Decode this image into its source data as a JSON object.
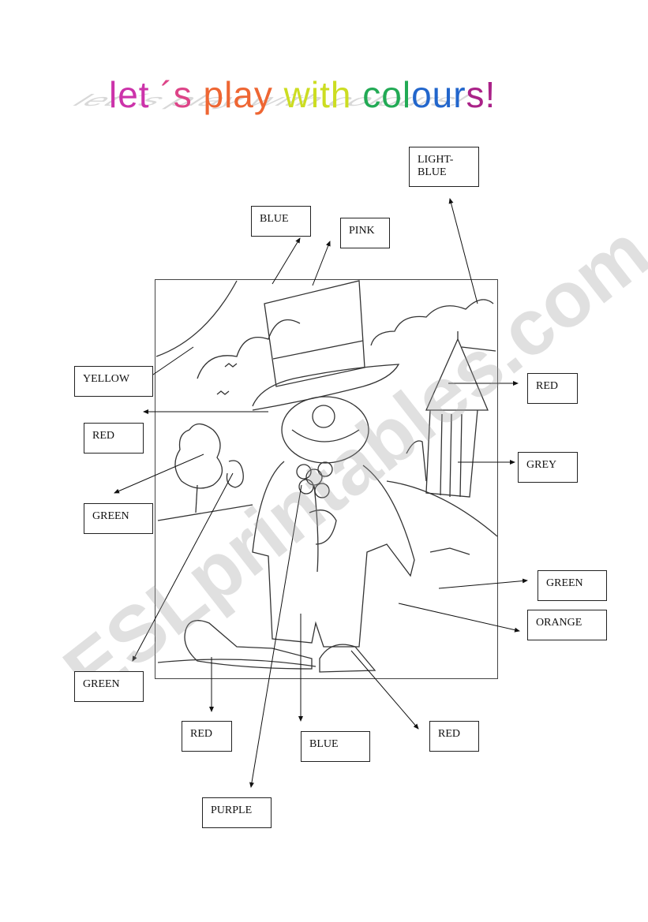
{
  "title": {
    "segments": [
      {
        "text": "let ",
        "color": "#cc33aa"
      },
      {
        "text": "´s ",
        "color": "#dd4488"
      },
      {
        "text": "play ",
        "color": "#ee6633"
      },
      {
        "text": "with ",
        "color": "#ccdd22"
      },
      {
        "text": "col",
        "color": "#22aa55"
      },
      {
        "text": "our",
        "color": "#2266cc"
      },
      {
        "text": "s!",
        "color": "#aa2288"
      }
    ]
  },
  "labels": {
    "light_blue": "LIGHT-\nBLUE",
    "blue_hat": "BLUE",
    "pink": "PINK",
    "yellow": "YELLOW",
    "red_left": "RED",
    "red_tent": "RED",
    "grey": "GREY",
    "green_tree": "GREEN",
    "green_grass": "GREEN",
    "orange": "ORANGE",
    "green_bottom": "GREEN",
    "red_shoe": "RED",
    "blue_trousers": "BLUE",
    "red_shoe2": "RED",
    "purple": "PURPLE"
  },
  "watermark": "ESLprintables.com"
}
